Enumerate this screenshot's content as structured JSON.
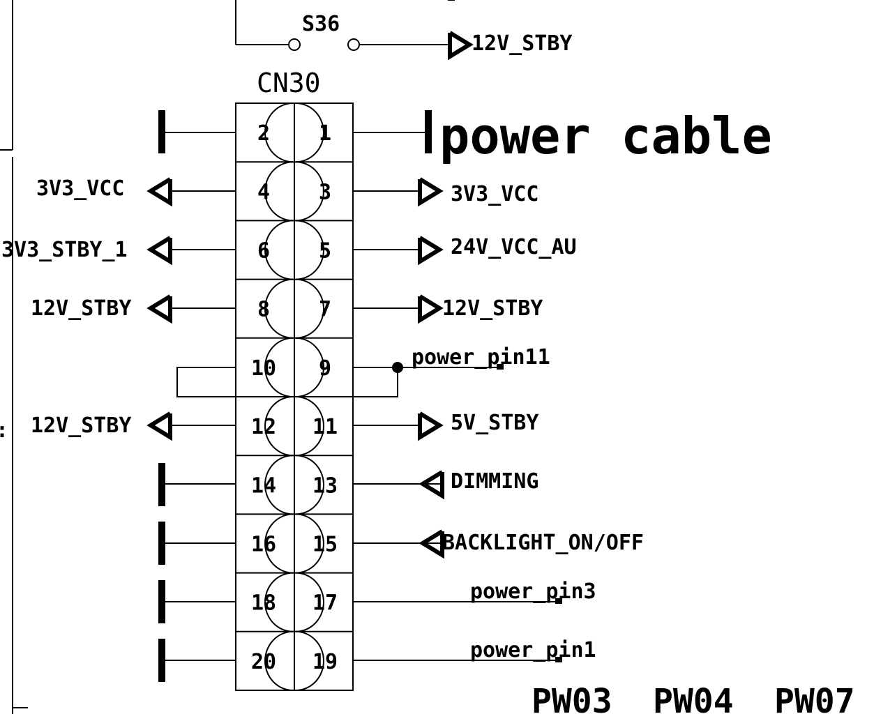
{
  "connector": {
    "refdes": "CN30",
    "pin_rows": [
      {
        "left": "2",
        "right": "1"
      },
      {
        "left": "4",
        "right": "3"
      },
      {
        "left": "6",
        "right": "5"
      },
      {
        "left": "8",
        "right": "7"
      },
      {
        "left": "10",
        "right": "9"
      },
      {
        "left": "12",
        "right": "11"
      },
      {
        "left": "14",
        "right": "13"
      },
      {
        "left": "16",
        "right": "15"
      },
      {
        "left": "18",
        "right": "17"
      },
      {
        "left": "20",
        "right": "19"
      }
    ]
  },
  "switch": {
    "label": "S36",
    "net": "12V_STBY"
  },
  "title": "power cable",
  "left_nets": {
    "pin4": "3V3_VCC",
    "pin6": "3V3_STBY_1",
    "pin8": "12V_STBY",
    "pin12": "12V_STBY"
  },
  "right_nets": {
    "pin3": "3V3_VCC",
    "pin5": "24V_VCC_AU",
    "pin7": "12V_STBY",
    "pin9": "power_pin11",
    "pin11": "5V_STBY",
    "pin13": "DIMMING",
    "pin15": "BACKLIGHT_ON/OFF",
    "pin17": "power_pin3",
    "pin19": "power_pin1"
  },
  "bottom_labels": [
    "PW03",
    "PW04",
    "PW07"
  ]
}
